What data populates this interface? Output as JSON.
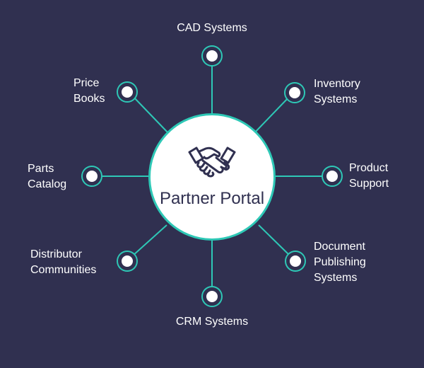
{
  "hub": {
    "label": "Partner Portal",
    "icon": "handshake-icon"
  },
  "colors": {
    "background": "#303050",
    "accent": "#2ec8b6",
    "text": "#ffffff"
  },
  "spokes": [
    {
      "id": "cad",
      "label": "CAD Systems"
    },
    {
      "id": "inventory",
      "label": "Inventory\nSystems"
    },
    {
      "id": "product-support",
      "label": "Product\nSupport"
    },
    {
      "id": "document-publishing",
      "label": "Document\nPublishing\nSystems"
    },
    {
      "id": "crm",
      "label": "CRM Systems"
    },
    {
      "id": "distributor",
      "label": "Distributor\nCommunities"
    },
    {
      "id": "parts-catalog",
      "label": "Parts\nCatalog"
    },
    {
      "id": "price-books",
      "label": "Price\nBooks"
    }
  ]
}
